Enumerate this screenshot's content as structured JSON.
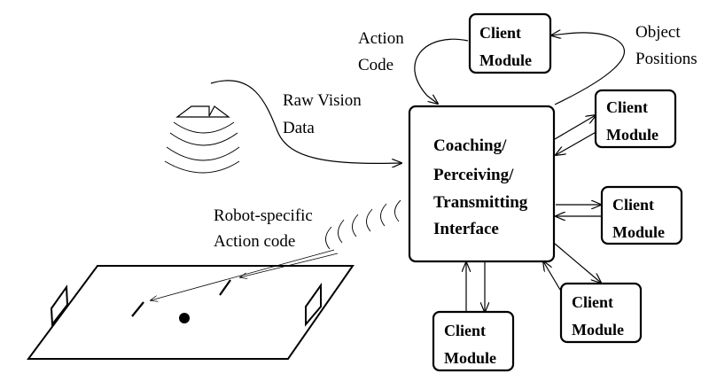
{
  "labels": {
    "action_code": [
      "Action",
      "Code"
    ],
    "object_positions": [
      "Object",
      "Positions"
    ],
    "raw_vision_data": [
      "Raw Vision",
      "Data"
    ],
    "robot_specific_action_code": [
      "Robot-specific",
      "Action code"
    ]
  },
  "center_box": {
    "lines": [
      "Coaching/",
      "Perceiving/",
      "Transmitting",
      "Interface"
    ]
  },
  "client_module": [
    "Client",
    "Module"
  ]
}
